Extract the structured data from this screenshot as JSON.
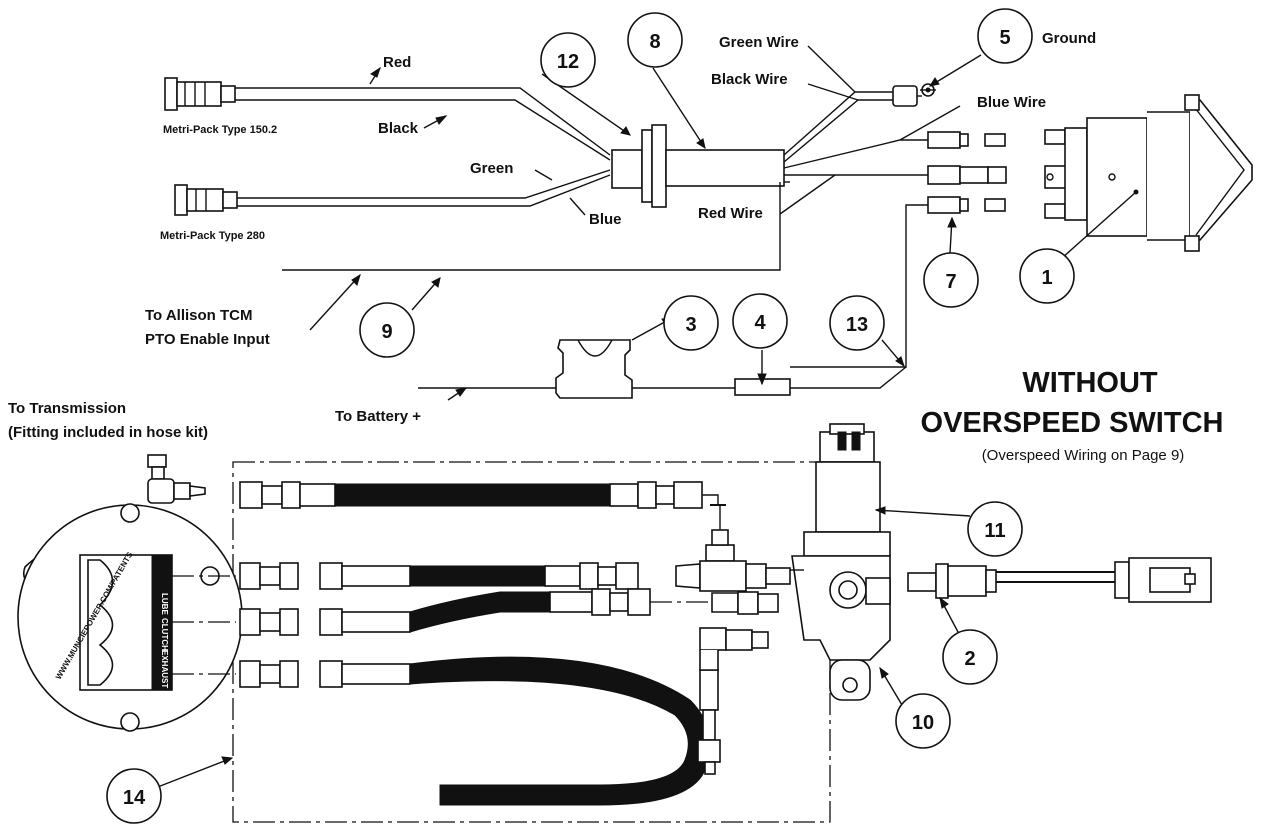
{
  "title": {
    "line1": "WITHOUT",
    "line2": "OVERSPEED SWITCH",
    "note": "(Overspeed Wiring on Page 9)"
  },
  "labels": {
    "red": "Red",
    "black": "Black",
    "green": "Green",
    "blue": "Blue",
    "green_wire": "Green Wire",
    "black_wire": "Black Wire",
    "blue_wire": "Blue Wire",
    "red_wire": "Red Wire",
    "ground": "Ground",
    "metri_150": "Metri-Pack Type 150.2",
    "metri_280": "Metri-Pack Type 280",
    "allison_1": "To Allison TCM",
    "allison_2": "PTO Enable Input",
    "battery": "To Battery +",
    "transmission_1": "To Transmission",
    "transmission_2": "(Fitting included in hose kit)"
  },
  "port_labels": [
    "LUBE",
    "CLUTCH",
    "EXHAUST"
  ],
  "stamp": "WWW.MUNCIEPOWER.COM/PATENTS",
  "callouts": [
    "1",
    "2",
    "3",
    "4",
    "5",
    "7",
    "8",
    "9",
    "10",
    "11",
    "12",
    "13",
    "14"
  ],
  "colors": {
    "ink": "#111111",
    "paper": "#ffffff"
  }
}
